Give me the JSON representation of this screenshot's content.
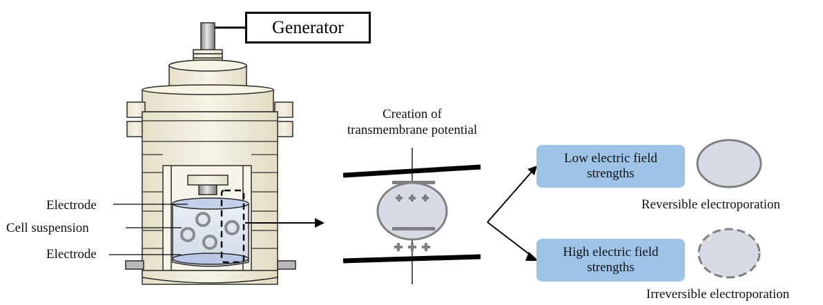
{
  "generator": {
    "label": "Generator"
  },
  "apparatus": {
    "top_electrode_label": "Electrode",
    "cell_suspension_label": "Cell suspension",
    "bottom_electrode_label": "Electrode"
  },
  "membrane": {
    "title_line1": "Creation of",
    "title_line2": "transmembrane potential"
  },
  "outcomes": {
    "low": {
      "line1": "Low electric field",
      "line2": "strengths",
      "result": "Reversible electroporation"
    },
    "high": {
      "line1": "High electric field",
      "line2": "strengths",
      "result": "Irreversible electroporation"
    }
  },
  "colors": {
    "apparatus_fill": "#f3efdf",
    "apparatus_stroke": "#2b2b2b",
    "blue_box": "#9dc3e6",
    "cell_fill": "#d6dbe6",
    "cell_stroke": "#7f7f7f",
    "electrode_fill": "#c9d3ec",
    "liquid_fill": "#e4ebf3"
  }
}
